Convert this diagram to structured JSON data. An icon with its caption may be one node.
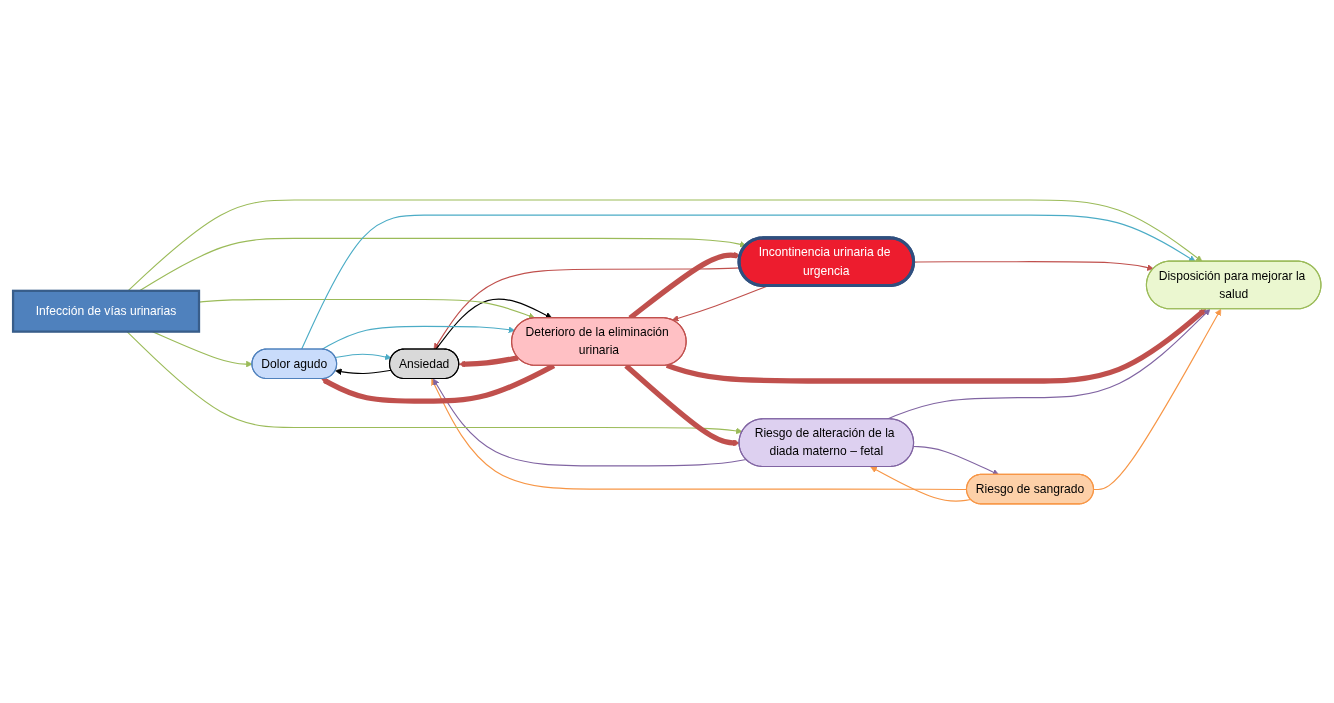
{
  "diagram": {
    "nodes": [
      {
        "text": [
          "Dolor agudo"
        ]
      },
      {
        "text": [
          "Incontinencia urinaria de urgencia"
        ]
      },
      {
        "text": [
          "Ansiedad"
        ]
      },
      {
        "text": [
          "Infección de vías urinarias"
        ]
      },
      {
        "text": [
          "Riesgo de alteración de la diada materno – fetal"
        ]
      },
      {
        "text": [
          "Disposición para mejorar la salud"
        ]
      },
      {
        "text": [
          "Riesgo de sangrado"
        ]
      },
      {
        "text": [
          "Deterioro de la eliminación urinaria"
        ]
      }
    ],
    "edges": [
      {
        "from": 2,
        "to": 0,
        "arrow": "to",
        "color": "#000000"
      },
      {
        "from": 0,
        "to": 2,
        "arrow": "to",
        "color": "#4bacc6"
      },
      {
        "from": 1,
        "to": 2,
        "arrow": "to",
        "color": "#c0504d"
      },
      {
        "from": 2,
        "to": 7,
        "arrow": "to",
        "color": "#000000"
      },
      {
        "from": 7,
        "to": 2,
        "arrow": "to",
        "style": "thick",
        "color": "#c0504d"
      },
      {
        "from": 6,
        "to": 2,
        "arrow": "to",
        "color": "#f79646"
      },
      {
        "from": 4,
        "to": 2,
        "arrow": "to",
        "color": "#8064a2"
      },
      {
        "from": 3,
        "to": 4,
        "arrow": "to",
        "color": "#9bbb59"
      },
      {
        "from": 3,
        "to": 0,
        "arrow": "to",
        "color": "#9bbb59"
      },
      {
        "from": 3,
        "to": 1,
        "arrow": "to",
        "color": "#9bbb59"
      },
      {
        "from": 3,
        "to": 5,
        "arrow": "to",
        "color": "#9bbb59"
      },
      {
        "from": 3,
        "to": 7,
        "arrow": "to",
        "color": "#9bbb59"
      },
      {
        "from": 0,
        "to": 7,
        "arrow": "to",
        "color": "#4bacc6"
      },
      {
        "from": 0,
        "to": 5,
        "arrow": "to",
        "color": "#4bacc6"
      },
      {
        "from": 7,
        "to": 0,
        "arrow": "to",
        "style": "thick",
        "color": "#c0504d"
      },
      {
        "from": 1,
        "to": 7,
        "arrow": "to",
        "color": "#c0504d"
      },
      {
        "from": 7,
        "to": 1,
        "arrow": "to",
        "style": "thick",
        "color": "#c0504d"
      },
      {
        "from": 1,
        "to": 5,
        "arrow": "to",
        "color": "#c0504d"
      },
      {
        "from": 7,
        "to": 5,
        "arrow": "to",
        "style": "thick",
        "color": "#c0504d"
      },
      {
        "from": 7,
        "to": 4,
        "arrow": "to",
        "style": "thick",
        "color": "#c0504d"
      },
      {
        "from": 4,
        "to": 5,
        "arrow": "to",
        "color": "#8064a2"
      },
      {
        "from": 4,
        "to": 6,
        "arrow": "to",
        "color": "#8064a2"
      },
      {
        "from": 6,
        "to": 5,
        "arrow": "to",
        "color": "#f79646"
      },
      {
        "from": 6,
        "to": 4,
        "arrow": "to",
        "color": "#f79646"
      }
    ]
  }
}
